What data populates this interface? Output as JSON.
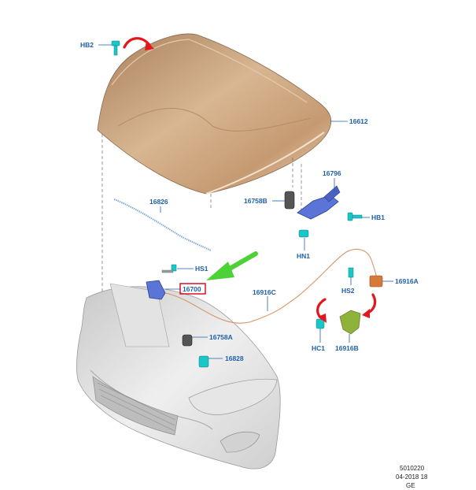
{
  "colors": {
    "label": "#1f5fa8",
    "hood": "#c9a27f",
    "bumper": "#dcdcdc",
    "part_blue": "#5a74d8",
    "clip_cyan": "#19c7c9",
    "bracket_green": "#8fb23a",
    "cable": "#d6956a",
    "arrow_red": "#e3161b",
    "arrow_green": "#4cd137",
    "highlight": "#d0021b"
  },
  "labels": {
    "hb2": "HB2",
    "hood": "16612",
    "hinge_bracket": "16796",
    "bumper_stop_b": "16758B",
    "hb1": "HB1",
    "hn1": "HN1",
    "seal": "16826",
    "hs1": "HS1",
    "latch": "16700",
    "cable": "16916C",
    "release_handle": "16916A",
    "hs2": "HS2",
    "hc1": "HC1",
    "handle_bracket": "16916B",
    "bumper_stop_a": "16758A",
    "clip": "16828"
  },
  "footer": {
    "code": "5010220",
    "date": "04-2018 18",
    "region": "GE"
  },
  "icons": {
    "red_arrows": "curved-arrow-icon",
    "green_arrow": "pointer-arrow-icon"
  }
}
